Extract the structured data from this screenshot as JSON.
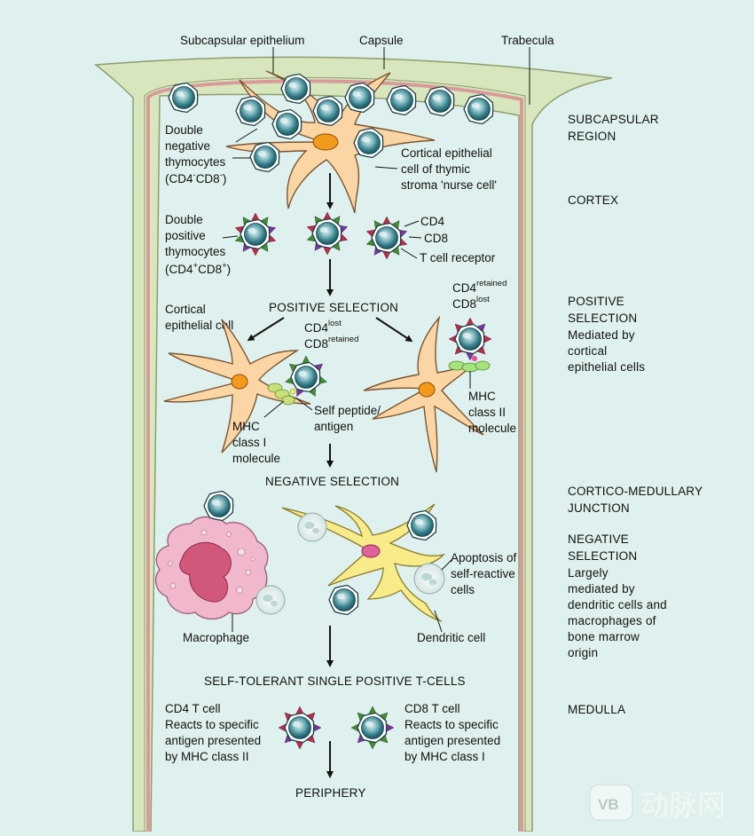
{
  "labels": {
    "subcapsular_epithelium": "Subcapsular epithelium",
    "capsule": "Capsule",
    "trabecula": "Trabecula",
    "double_negative": [
      "Double",
      "negative",
      "thymocytes"
    ],
    "dn_cd4": "(CD4",
    "dn_minus1": "-",
    "dn_cd8": "CD8",
    "dn_minus2": "-",
    "dn_close": ")",
    "nurse_cell": [
      "Cortical epithelial",
      "cell of thymic",
      "stroma 'nurse cell'"
    ],
    "double_positive": [
      "Double",
      "positive",
      "thymocytes"
    ],
    "dp_cd4": "(CD4",
    "dp_plus1": "+",
    "dp_cd8": "CD8",
    "dp_plus2": "+",
    "dp_close": ")",
    "cd4": "CD4",
    "cd8": "CD8",
    "tcr": "T cell receptor",
    "positive_selection": "POSITIVE SELECTION",
    "cortical_epithelial_cell": [
      "Cortical",
      "epithelial cell"
    ],
    "cd4_lost": "CD4",
    "lost_sup": "lost",
    "cd8_retained": "CD8",
    "retained_sup": "retained",
    "cd4_retained": "CD4",
    "retained_sup2": "retained",
    "cd8_lost": "CD8",
    "lost_sup2": "lost",
    "mhc_class1": [
      "MHC",
      "class I",
      "molecule"
    ],
    "self_peptide": [
      "Self peptide/",
      "antigen"
    ],
    "mhc_class2": [
      "MHC",
      "class II",
      "molecule"
    ],
    "negative_selection": "NEGATIVE SELECTION",
    "apoptosis": [
      "Apoptosis of",
      "self-reactive",
      "cells"
    ],
    "macrophage": "Macrophage",
    "dendritic_cell": "Dendritic cell",
    "self_tolerant": "SELF-TOLERANT SINGLE POSITIVE T-CELLS",
    "cd4_tcell": [
      "CD4 T cell",
      "Reacts to specific",
      "antigen presented",
      "by MHC class II"
    ],
    "cd8_tcell": [
      "CD8 T cell",
      "Reacts to specific",
      "antigen presented",
      "by MHC class I"
    ],
    "periphery": "PERIPHERY"
  },
  "side_labels": {
    "subcapsular_region": [
      "SUBCAPSULAR",
      "REGION"
    ],
    "cortex": [
      "CORTEX"
    ],
    "positive_selection": [
      "POSITIVE",
      "SELECTION",
      "Mediated by",
      "cortical",
      "epithelial cells"
    ],
    "cortico_medullary": [
      "CORTICO-MEDULLARY",
      "JUNCTION"
    ],
    "negative_selection": [
      "NEGATIVE",
      "SELECTION",
      "Largely",
      "mediated by",
      "dendritic cells and",
      "macrophages of",
      "bone marrow",
      "origin"
    ],
    "medulla": [
      "MEDULLA"
    ]
  },
  "watermark": "动脉网",
  "colors": {
    "background": "#dff1ee",
    "capsule": "#d8e6bd",
    "membrane": "#d99a9a",
    "thymocyte": "#3f8893",
    "epithelial": "#fbd5a3",
    "dendritic": "#f7eb8a",
    "macrophage": "#f1b8cd",
    "cd4_marker": "#c4294a",
    "cd8_marker": "#3f8f2e",
    "tcr_marker": "#7a34a8"
  }
}
